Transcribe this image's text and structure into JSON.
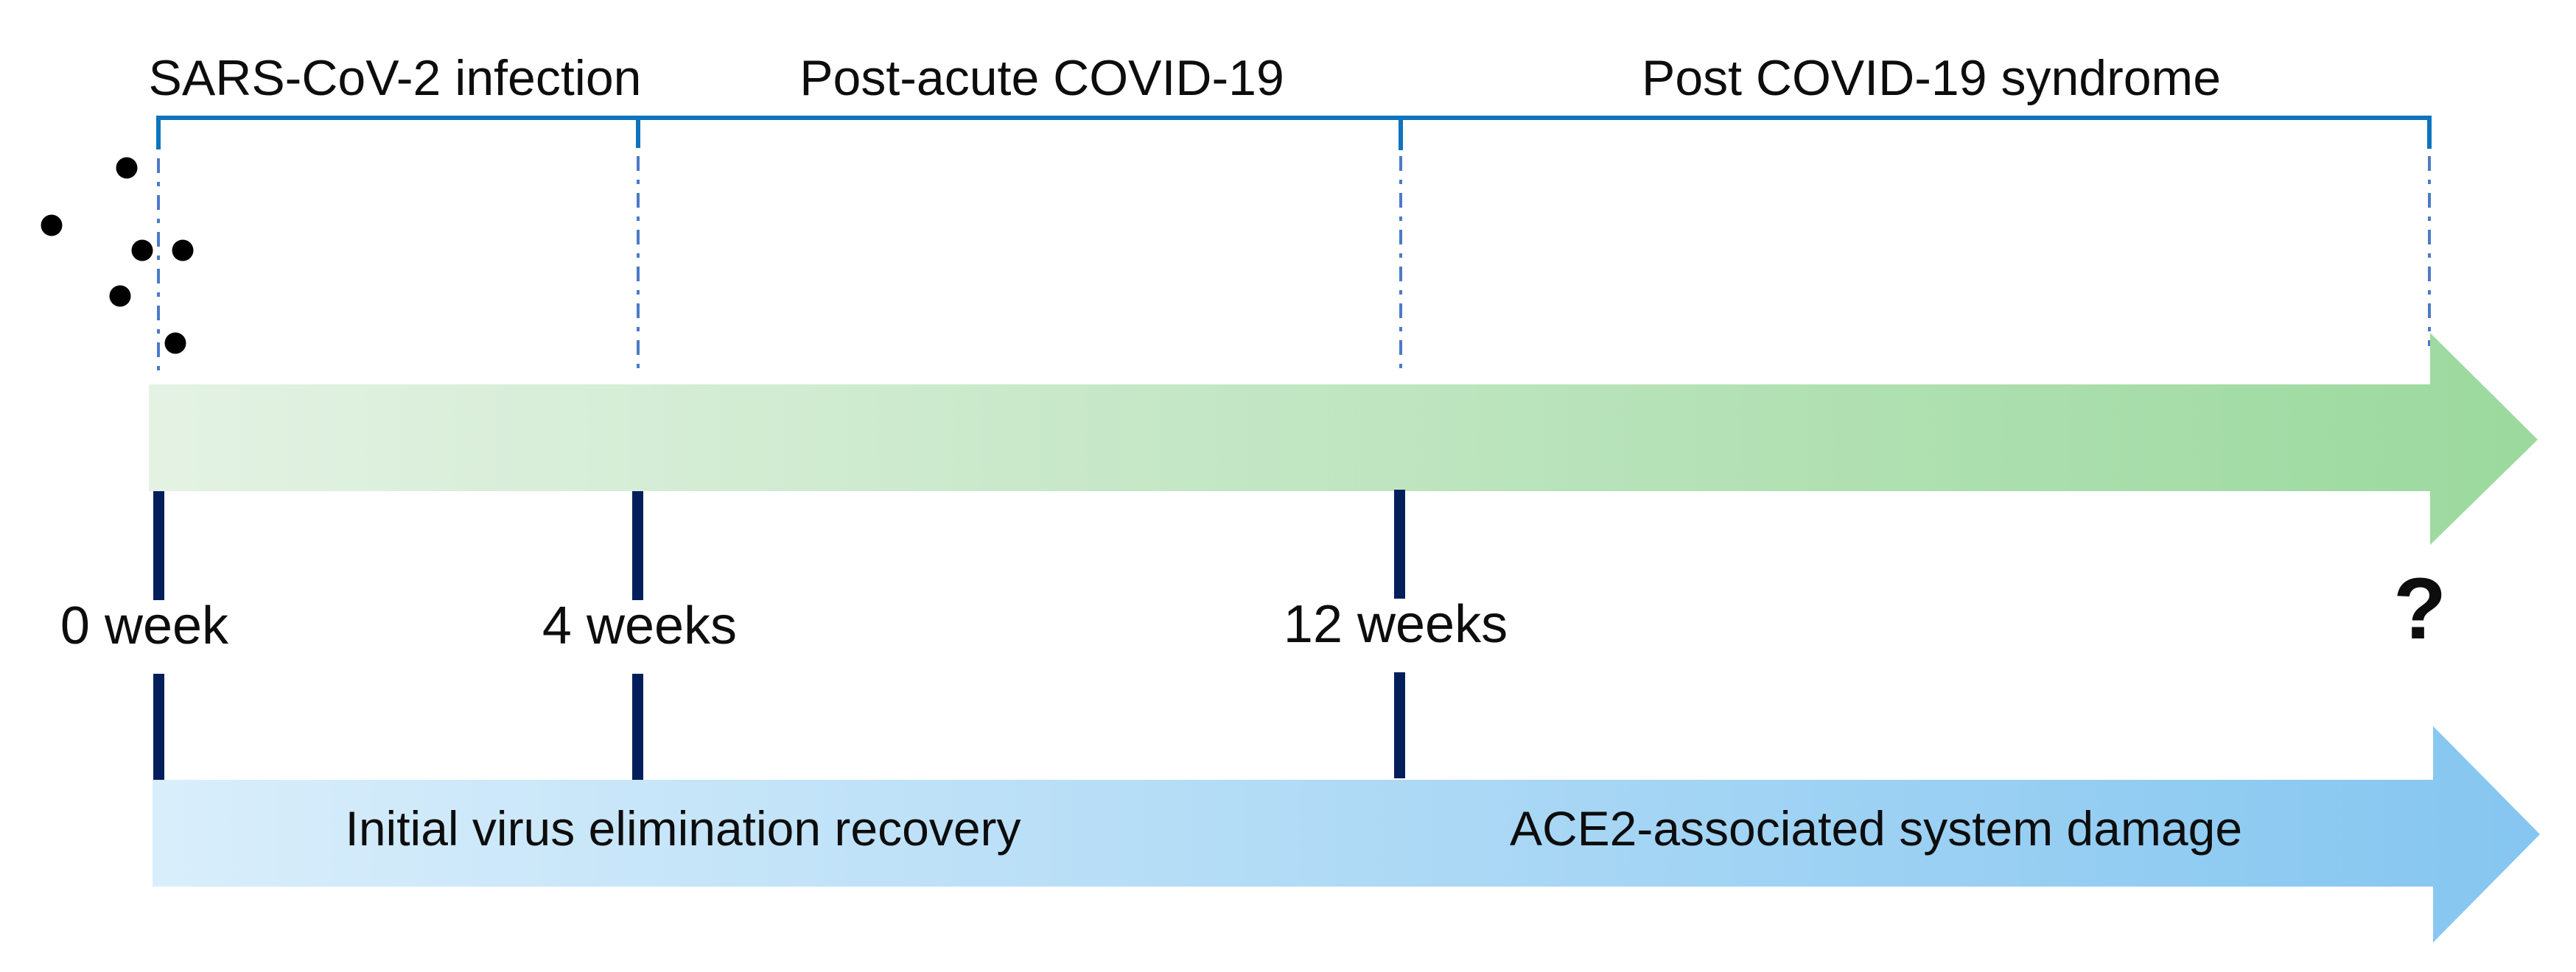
{
  "figure": {
    "phases": [
      {
        "label": "SARS-CoV-2 infection"
      },
      {
        "label": "Post-acute COVID-19"
      },
      {
        "label": "Post COVID-19 syndrome"
      }
    ],
    "milestones": [
      {
        "label": "0 week"
      },
      {
        "label": "4 weeks"
      },
      {
        "label": "12 weeks"
      }
    ],
    "end_marker": {
      "label": "?"
    },
    "processes": [
      {
        "label": "Initial virus elimination recovery"
      },
      {
        "label": "ACE2-associated system damage"
      }
    ],
    "virus_cluster": {
      "icon": "virus-icon",
      "count": 6
    },
    "colors": {
      "bracket_blue": "#0e74bd",
      "dash_blue": "#4d7ac8",
      "tick_navy": "#021f5b",
      "virus_navy": "#152a60",
      "green_arrow_light": "#e4f2e4",
      "green_arrow_dark": "#9bd99e",
      "blue_arrow_light": "#d9eefb",
      "blue_arrow_dark": "#85c6f0",
      "text_black": "#0d0d0d"
    }
  }
}
